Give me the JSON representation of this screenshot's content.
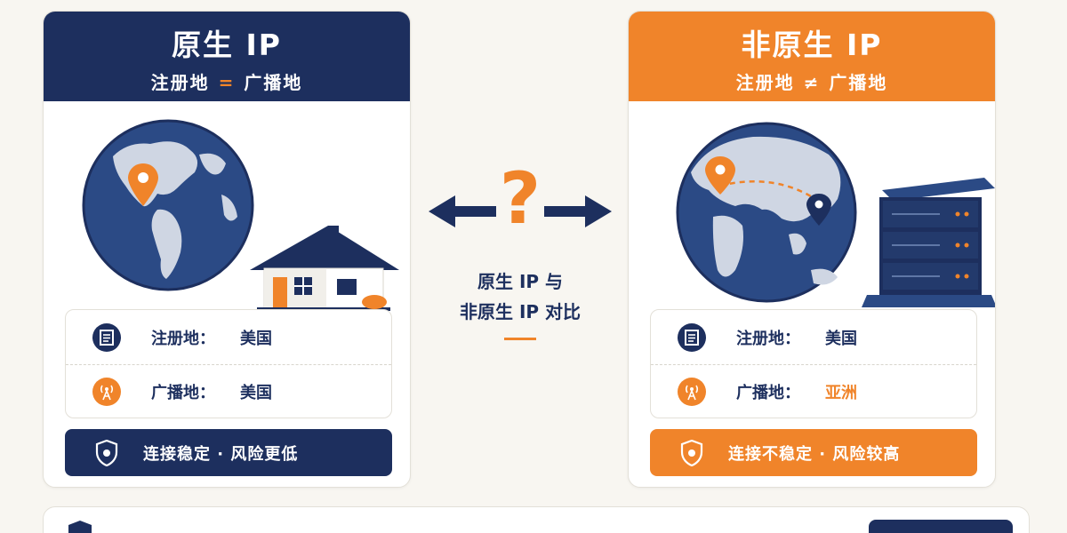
{
  "native": {
    "title": "原生 IP",
    "subtitle_left": "注册地",
    "subtitle_op": "=",
    "subtitle_right": "广播地",
    "rows": [
      {
        "label": "注册地：",
        "value": "美国"
      },
      {
        "label": "广播地：",
        "value": "美国"
      }
    ],
    "status": "连接稳定 · 风险更低"
  },
  "nonnative": {
    "title": "非原生 IP",
    "subtitle_left": "注册地",
    "subtitle_op": "≠",
    "subtitle_right": "广播地",
    "rows": [
      {
        "label": "注册地：",
        "value": "美国"
      },
      {
        "label": "广播地：",
        "value": "亚洲"
      }
    ],
    "status": "连接不稳定 · 风险较高"
  },
  "center": {
    "symbol": "?",
    "line1": "原生 IP 与",
    "line2": "非原生 IP 对比"
  },
  "colors": {
    "navy": "#1d2f5e",
    "orange": "#f0842a",
    "background": "#f8f6f1"
  },
  "icons": {
    "registration": "document-icon",
    "broadcast": "antenna-icon",
    "status": "shield-icon"
  }
}
